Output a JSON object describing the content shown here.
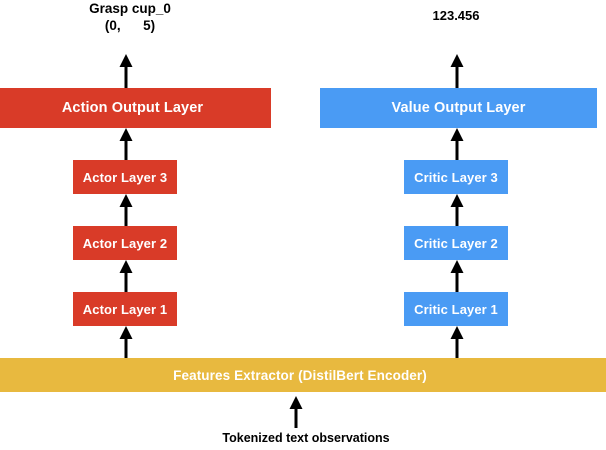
{
  "diagram": {
    "title_text_top_left": "Grasp cup_0\n(0,      5)",
    "title_text_top_right": "123.456",
    "input_label": "Tokenized text observations",
    "colors": {
      "actor": "#d93b28",
      "critic": "#4a9bf4",
      "features": "#e8b93f",
      "text_on_node": "#ffffff",
      "label_text": "#000000",
      "arrow": "#000000",
      "background": "#ffffff"
    },
    "nodes": {
      "action_output_layer": "Action Output Layer",
      "value_output_layer": "Value Output Layer",
      "actor_layer_3": "Actor Layer 3",
      "actor_layer_2": "Actor Layer 2",
      "actor_layer_1": "Actor Layer 1",
      "critic_layer_3": "Critic Layer 3",
      "critic_layer_2": "Critic Layer 2",
      "critic_layer_1": "Critic Layer 1",
      "features_extractor": "Features Extractor (DistilBert Encoder)"
    },
    "arrows": [
      {
        "name": "arrow-action-output-to-action",
        "from": "Action Output Layer",
        "to": "Grasp cup_0 (0, 5)"
      },
      {
        "name": "arrow-value-output-to-value",
        "from": "Value Output Layer",
        "to": "123.456"
      },
      {
        "name": "arrow-actor3-to-action-output",
        "from": "Actor Layer 3",
        "to": "Action Output Layer"
      },
      {
        "name": "arrow-actor2-to-actor3",
        "from": "Actor Layer 2",
        "to": "Actor Layer 3"
      },
      {
        "name": "arrow-actor1-to-actor2",
        "from": "Actor Layer 1",
        "to": "Actor Layer 2"
      },
      {
        "name": "arrow-features-to-actor1",
        "from": "Features Extractor (DistilBert Encoder)",
        "to": "Actor Layer 1"
      },
      {
        "name": "arrow-critic3-to-value-output",
        "from": "Critic Layer 3",
        "to": "Value Output Layer"
      },
      {
        "name": "arrow-critic2-to-critic3",
        "from": "Critic Layer 2",
        "to": "Critic Layer 3"
      },
      {
        "name": "arrow-critic1-to-critic2",
        "from": "Critic Layer 1",
        "to": "Critic Layer 2"
      },
      {
        "name": "arrow-features-to-critic1",
        "from": "Features Extractor (DistilBert Encoder)",
        "to": "Critic Layer 1"
      },
      {
        "name": "arrow-input-to-features",
        "from": "Tokenized text observations",
        "to": "Features Extractor (DistilBert Encoder)"
      }
    ]
  }
}
